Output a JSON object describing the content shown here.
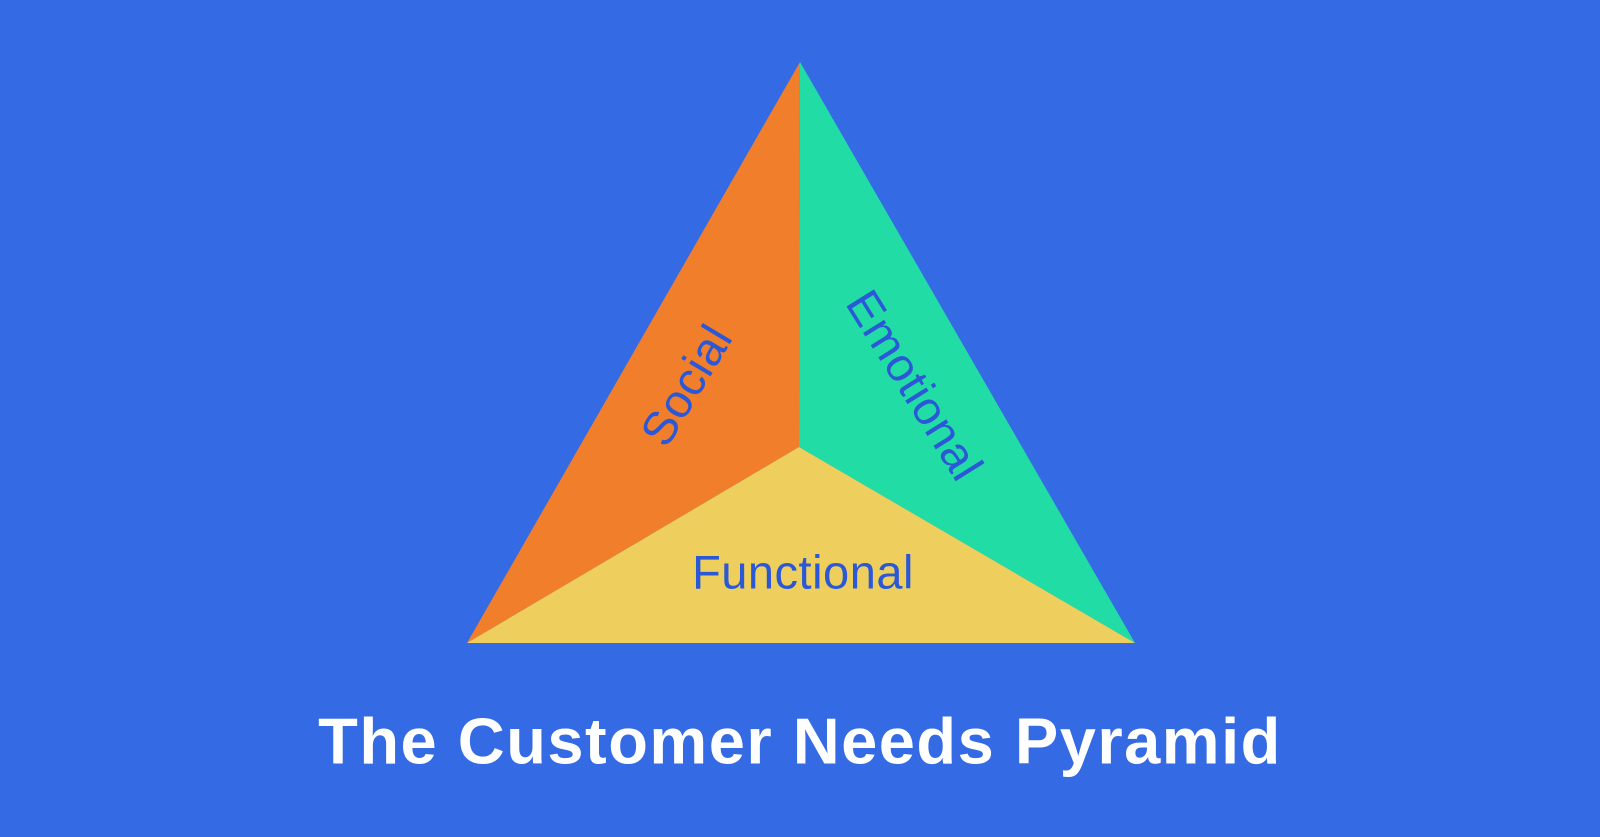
{
  "background_color": "#346AE4",
  "diagram": {
    "type": "pyramid",
    "title": "The Customer Needs Pyramid",
    "title_color": "#FFFFFF",
    "label_color": "#2A58D6",
    "segments": [
      {
        "label": "Social",
        "color": "#F17E2A",
        "position": "left"
      },
      {
        "label": "Emotional",
        "color": "#22DCA6",
        "position": "right"
      },
      {
        "label": "Functional",
        "color": "#EECF5E",
        "position": "bottom"
      }
    ]
  }
}
